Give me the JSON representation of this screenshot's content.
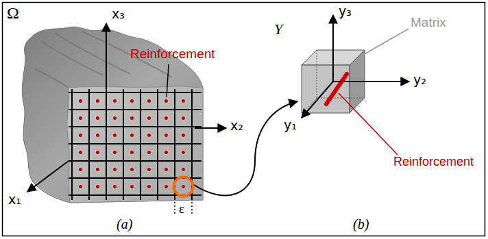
{
  "diagram": {
    "labels": [
      "Ω",
      "x₃",
      "Reinforcement",
      "x₂",
      "x₁",
      "ε",
      "(a)",
      "Y",
      "y₃",
      "Matrix",
      "y₂",
      "y₁",
      "Reinforcement",
      "(b)"
    ]
  }
}
